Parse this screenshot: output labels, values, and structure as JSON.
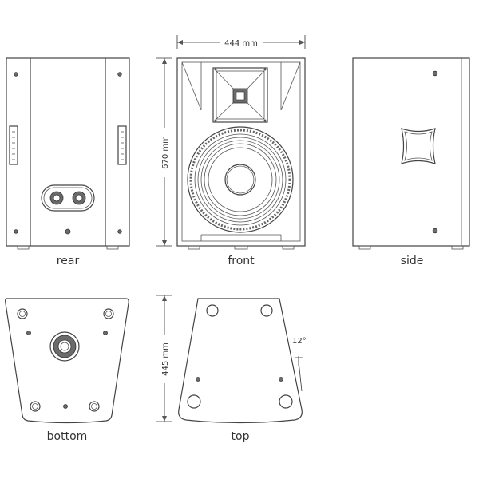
{
  "views": {
    "rear": "rear",
    "front": "front",
    "side": "side",
    "bottom": "bottom",
    "top": "top"
  },
  "dimensions": {
    "width": "444 mm",
    "height": "670 mm",
    "depth": "445 mm",
    "angle": "12°"
  }
}
